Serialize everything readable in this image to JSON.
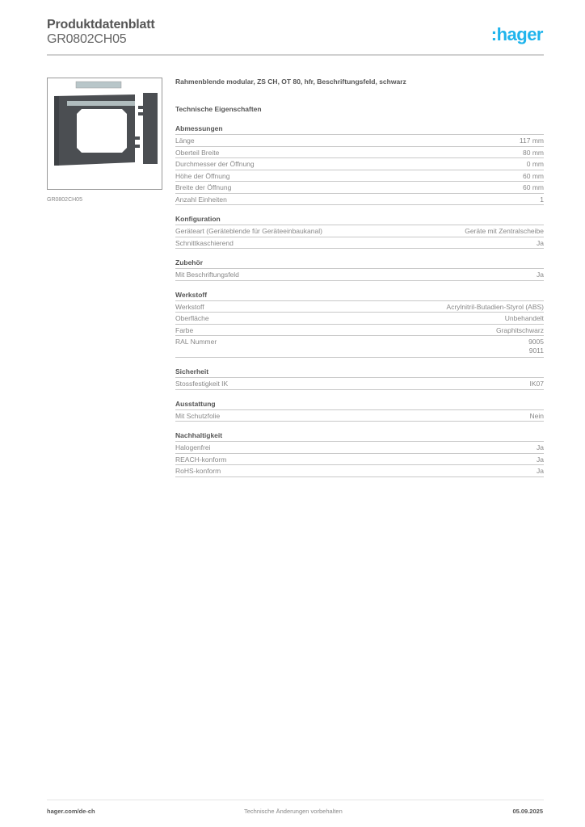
{
  "header": {
    "title": "Produktdatenblatt",
    "product_code": "GR0802CH05",
    "logo_text": ":hager",
    "logo_color": "#1fb4ec"
  },
  "product": {
    "image_icon": "product-frame-image",
    "image_caption": "GR0802CH05",
    "description": "Rahmenblende modular, ZS CH, OT 80, hfr, Beschriftungsfeld, schwarz"
  },
  "tech": {
    "heading": "Technische Eigenschaften",
    "groups": [
      {
        "title": "Abmessungen",
        "rows": [
          {
            "label": "Länge",
            "value": "117 mm"
          },
          {
            "label": "Oberteil Breite",
            "value": "80 mm"
          },
          {
            "label": "Durchmesser der Öffnung",
            "value": "0 mm"
          },
          {
            "label": "Höhe der Öffnung",
            "value": "60 mm"
          },
          {
            "label": "Breite der Öffnung",
            "value": "60 mm"
          },
          {
            "label": "Anzahl Einheiten",
            "value": "1"
          }
        ]
      },
      {
        "title": "Konfiguration",
        "rows": [
          {
            "label": "Geräteart (Geräteblende für Geräteeinbaukanal)",
            "value": "Geräte mit Zentralscheibe"
          },
          {
            "label": "Schnittkaschierend",
            "value": "Ja"
          }
        ]
      },
      {
        "title": "Zubehör",
        "rows": [
          {
            "label": "Mit Beschriftungsfeld",
            "value": "Ja"
          }
        ]
      },
      {
        "title": "Werkstoff",
        "rows": [
          {
            "label": "Werkstoff",
            "value": "Acrylnitril-Butadien-Styrol (ABS)"
          },
          {
            "label": "Oberfläche",
            "value": "Unbehandelt"
          },
          {
            "label": "Farbe",
            "value": "Graphitschwarz"
          },
          {
            "label": "RAL Nummer",
            "value": "9005\n9011"
          }
        ]
      },
      {
        "title": "Sicherheit",
        "rows": [
          {
            "label": "Stossfestigkeit IK",
            "value": "IK07"
          }
        ]
      },
      {
        "title": "Ausstattung",
        "rows": [
          {
            "label": "Mit Schutzfolie",
            "value": "Nein"
          }
        ]
      },
      {
        "title": "Nachhaltigkeit",
        "rows": [
          {
            "label": "Halogenfrei",
            "value": "Ja"
          },
          {
            "label": "REACH-konform",
            "value": "Ja"
          },
          {
            "label": "RoHS-konform",
            "value": "Ja"
          }
        ]
      }
    ]
  },
  "footer": {
    "website": "hager.com/de-ch",
    "disclaimer": "Technische Änderungen vorbehalten",
    "date": "05.09.2025"
  }
}
